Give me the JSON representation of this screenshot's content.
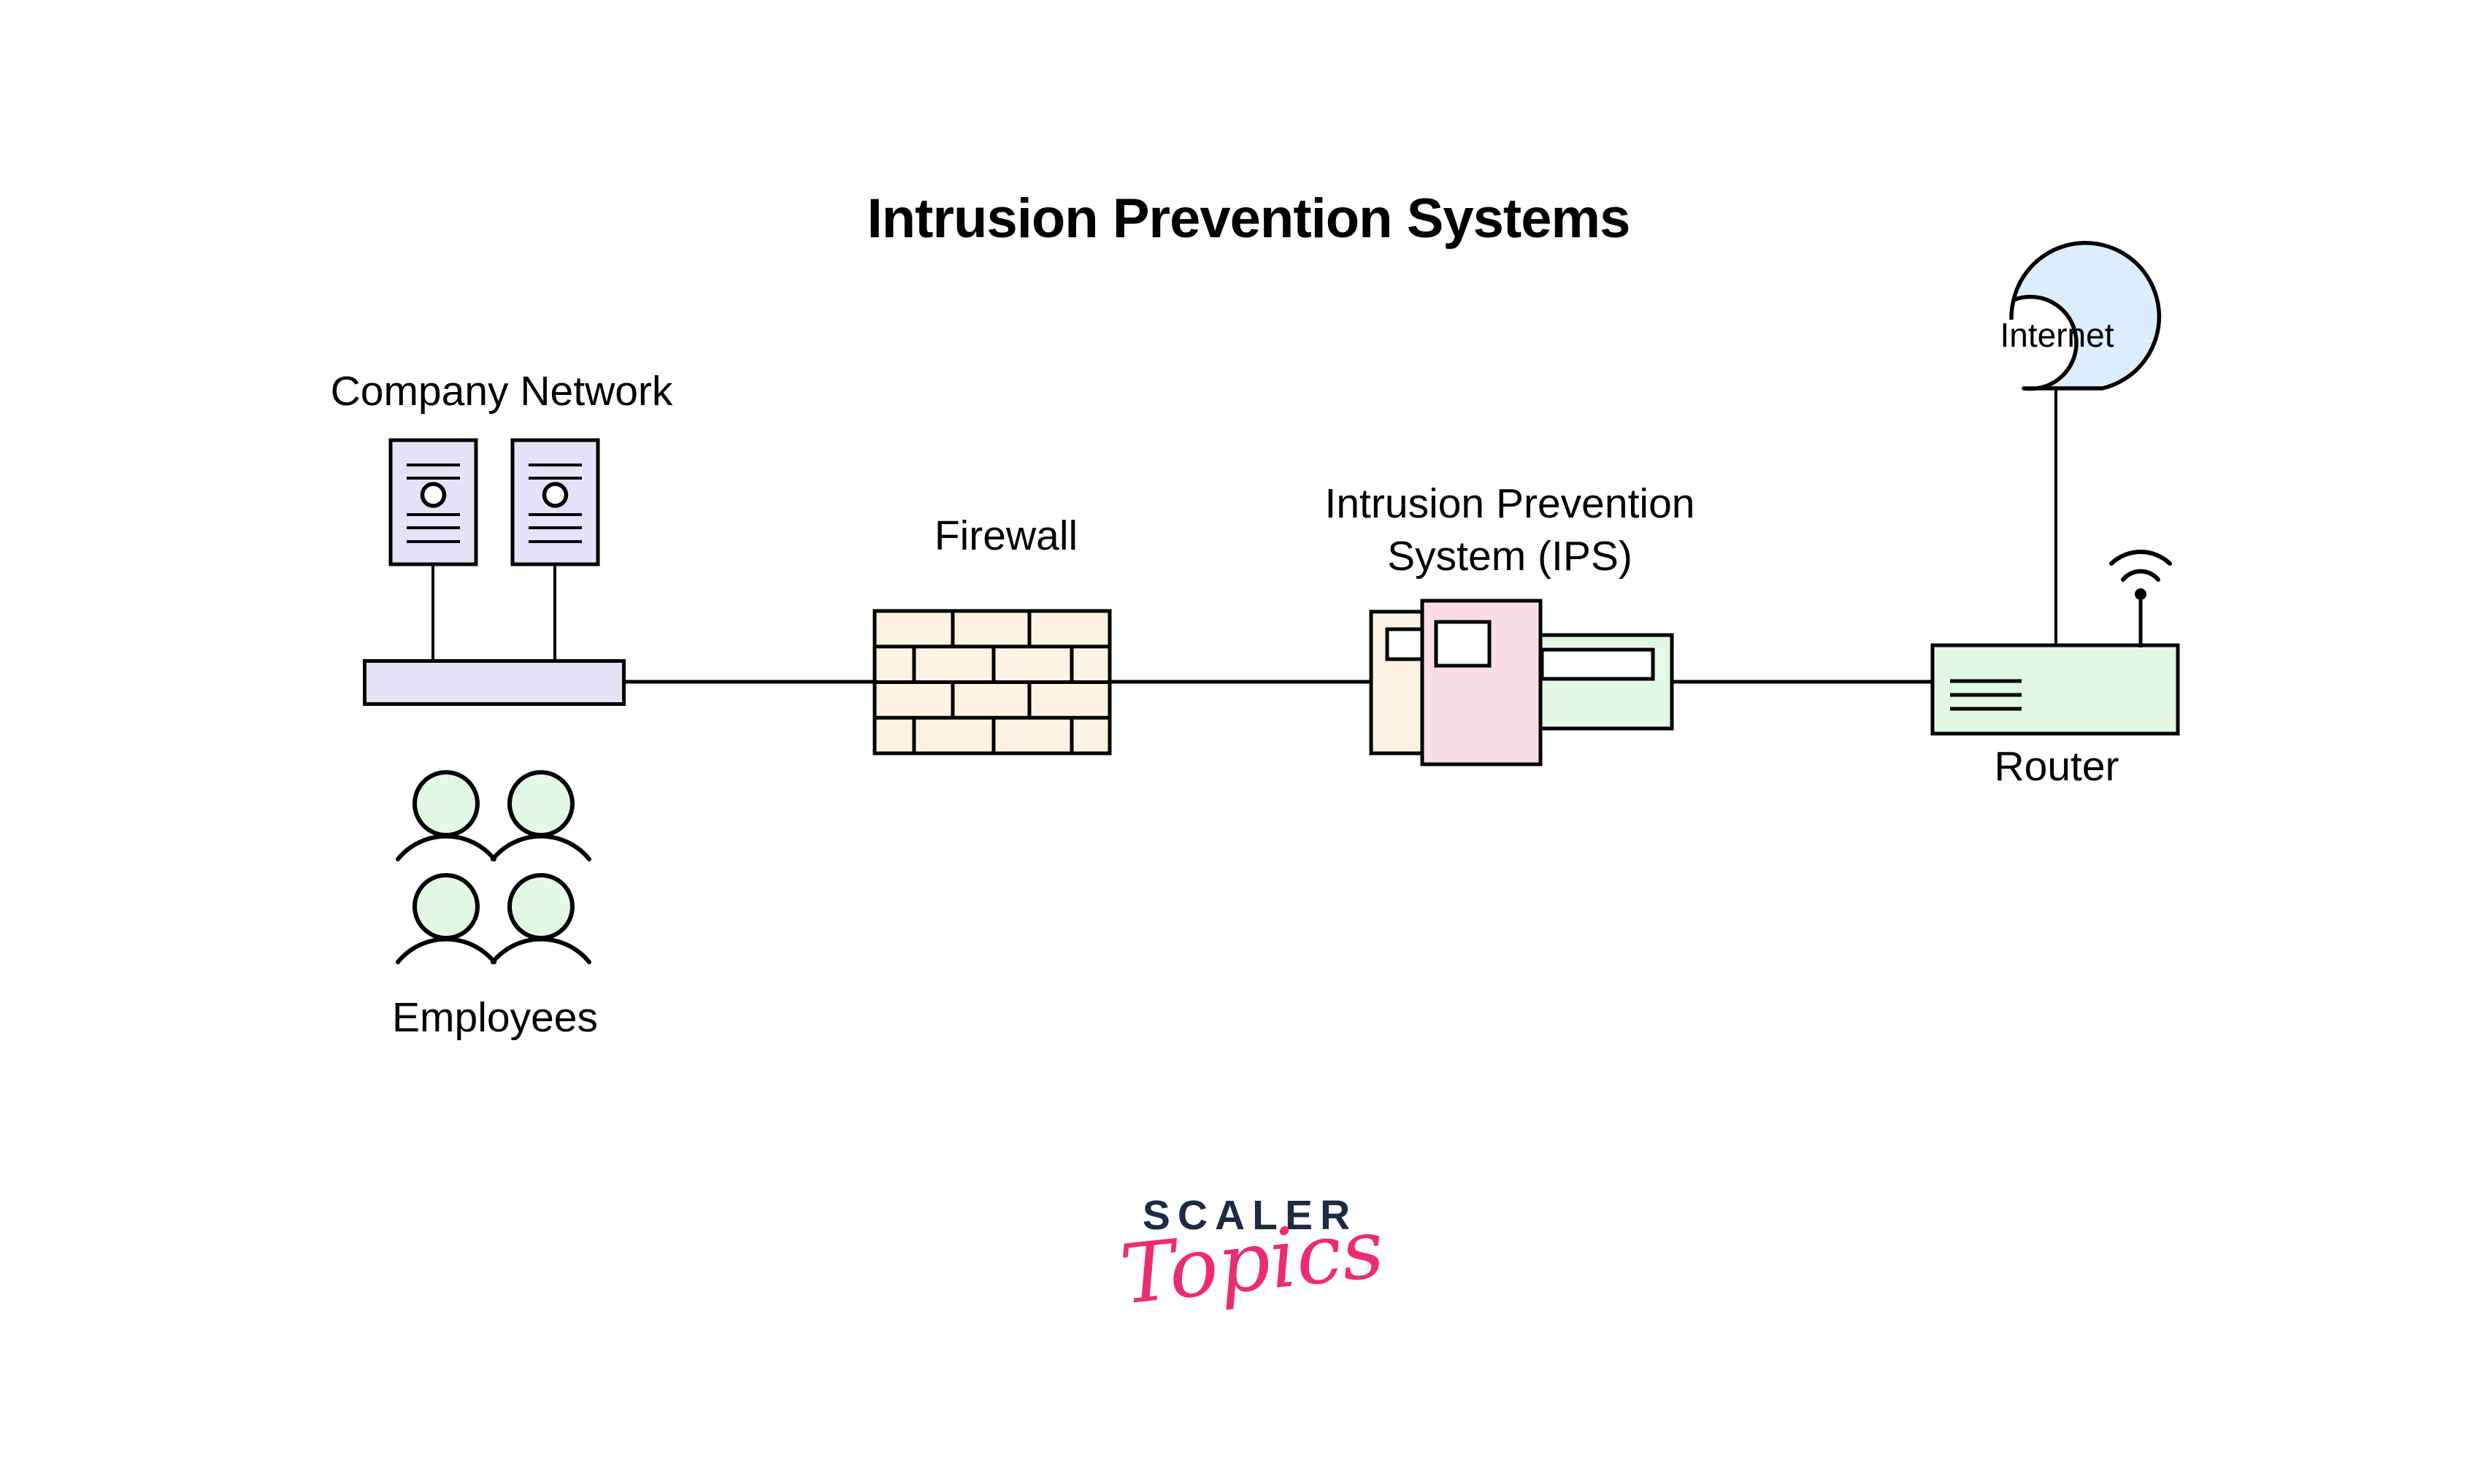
{
  "diagram": {
    "title": "Intrusion Prevention Systems",
    "nodes": [
      {
        "id": "company-network",
        "label": "Company Network",
        "icon": "servers-and-hub"
      },
      {
        "id": "employees",
        "label": "Employees",
        "icon": "people-group"
      },
      {
        "id": "firewall",
        "label": "Firewall",
        "icon": "brick-wall"
      },
      {
        "id": "ips",
        "label": "Intrusion Prevention System (IPS)",
        "icon": "ips-appliance"
      },
      {
        "id": "router",
        "label": "Router",
        "icon": "router-box"
      },
      {
        "id": "internet",
        "label": "Internet",
        "icon": "cloud"
      }
    ],
    "edges": [
      "server-1 — hub",
      "server-2 — hub",
      "hub — firewall",
      "firewall — ips",
      "ips — router",
      "wifi-antenna — router",
      "internet — router"
    ]
  },
  "branding": {
    "logo_top": "SCALER",
    "logo_bottom": "Topics"
  },
  "colors": {
    "lavender": "#E5E3F8",
    "cream": "#FCF3E3",
    "ips_pink": "#FBDEE5",
    "green": "#E3F7E5",
    "cloud_blue": "#DCEDFB",
    "stroke": "#000000",
    "scaler_navy": "#1E2B45",
    "topics_pink": "#EC2C72"
  }
}
